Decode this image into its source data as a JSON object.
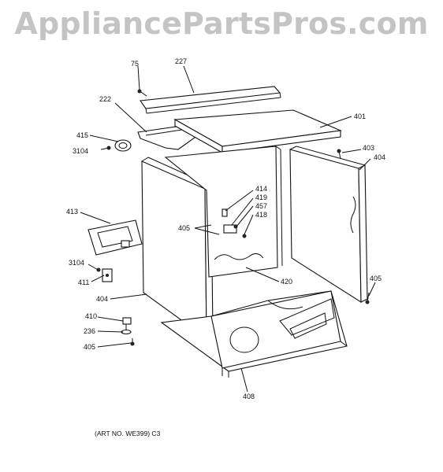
{
  "watermark": "AppliancePartsPros.com",
  "art_number": "(ART NO. WE399) C3",
  "callouts": [
    "75",
    "227",
    "222",
    "401",
    "415",
    "3104",
    "403",
    "404",
    "414",
    "419",
    "457",
    "418",
    "413",
    "405",
    "3104",
    "411",
    "420",
    "405",
    "404",
    "410",
    "236",
    "405",
    "408"
  ],
  "colors": {
    "line": "#111111",
    "watermark": "#c4c4c4",
    "background": "#ffffff"
  }
}
